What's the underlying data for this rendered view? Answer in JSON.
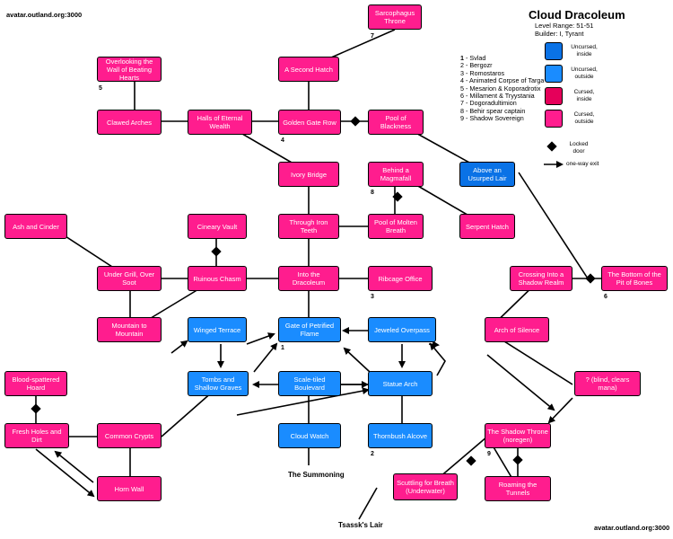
{
  "header": {
    "title": "Cloud Dracoleum",
    "level_range": "Level Range: 51-51",
    "builder": "Builder: I, Tyrant",
    "credit_top": "avatar.outland.org:3000",
    "credit_bottom": "avatar.outland.org:3000"
  },
  "legend": {
    "numbered": [
      {
        "n": "1",
        "name": " - Svlad"
      },
      {
        "n": "2",
        "name": " - Bergozr"
      },
      {
        "n": "3",
        "name": " - Romostaros"
      },
      {
        "n": "4",
        "name": " - Animated Corpse of Targa"
      },
      {
        "n": "5",
        "name": " - Mesarion & Koporadrotix"
      },
      {
        "n": "6",
        "name": " - Millament & Tryystania"
      },
      {
        "n": "7",
        "name": " - Dogoradultimion"
      },
      {
        "n": "8",
        "name": " - Behir spear captain"
      },
      {
        "n": "9",
        "name": " - Shadow Sovereign"
      }
    ],
    "swatches": [
      {
        "label": "Uncursed, inside",
        "color": "#0a72e6"
      },
      {
        "label": "Uncursed, outside",
        "color": "#1a8cff"
      },
      {
        "label": "Cursed, inside",
        "color": "#e5005a"
      },
      {
        "label": "Cursed, outside",
        "color": "#ff1d8e"
      }
    ],
    "locked_door": "Locked door",
    "one_way": "one-way exit"
  },
  "rooms": {
    "sarcophagus_throne": "Sarcophagus Throne",
    "overlooking_wall": "Overlooking the Wall of Beating Hearts",
    "second_hatch": "A Second Hatch",
    "clawed_arches": "Clawed Arches",
    "halls_eternal_wealth": "Halls of Eternal Wealth",
    "golden_gate_row": "Golden Gate Row",
    "pool_blackness": "Pool of Blackness",
    "above_usurped_lair": "Above an Usurped Lair",
    "ivory_bridge": "Ivory Bridge",
    "behind_magmafall": "Behind a Magmafall",
    "ash_cinder": "Ash and Cinder",
    "cineary_vault": "Cineary Vault",
    "through_iron_teeth": "Through Iron Teeth",
    "pool_molten_breath": "Pool of Molten Breath",
    "serpent_hatch": "Serpent Hatch",
    "under_grill": "Under Grill, Over Soot",
    "ruinous_chasm": "Ruinous Chasm",
    "into_dracoleum": "Into the Dracoleum",
    "ribcage_office": "Ribcage Office",
    "crossing_shadow_realm": "Crossing Into a Shadow Realm",
    "bottom_pit_bones": "The Bottom of the Pit of Bones",
    "mountain_to_mountain": "Mountain to Mountain",
    "winged_terrace": "Winged Terrace",
    "gate_petrified_flame": "Gate of Petrified Flame",
    "jeweled_overpass": "Jeweled Overpass",
    "arch_silence": "Arch of Silence",
    "blood_hoard": "Blood-spattered Hoard",
    "tombs_shallow_graves": "Tombs and Shallow Graves",
    "scale_tiled_boulevard": "Scale-tiled Boulevard",
    "statue_arch": "Statue Arch",
    "blind_clears_mana": "? (blind, clears mana)",
    "fresh_holes_dirt": "Fresh Holes and Dirt",
    "common_crypts": "Common Crypts",
    "cloud_watch": "Cloud Watch",
    "thornbush_alcove": "Thornbush Alcove",
    "shadow_throne": "The Shadow Throne (noregen)",
    "horn_wall": "Horn Wall",
    "scuttling_breath": "Scuttling for Breath (Underwater)",
    "roaming_tunnels": "Roaming the Tunnels"
  },
  "numbers": {
    "n7": "7",
    "n5": "5",
    "n4": "4",
    "n8": "8",
    "n3": "3",
    "n6": "6",
    "n1": "1",
    "n2": "2",
    "n9": "9"
  },
  "exits": {
    "summoning": "The Summoning",
    "tsassk_lair": "Tsassk's Lair"
  }
}
